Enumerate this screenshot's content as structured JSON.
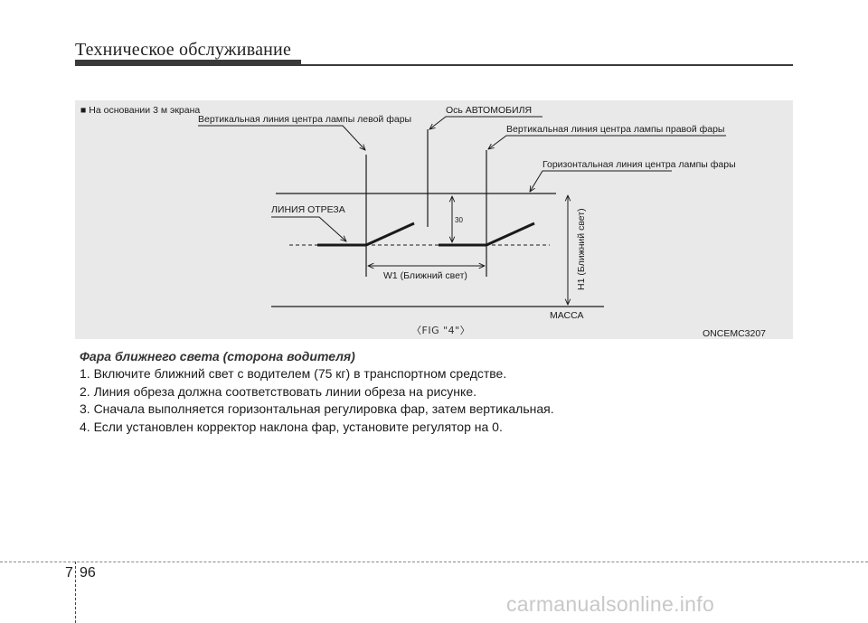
{
  "header": {
    "title": "Техническое обслуживание"
  },
  "figure": {
    "note": "■ На основании 3 м экрана",
    "labels": {
      "left_lamp_vertical": "Вертикальная линия центра лампы левой фары",
      "vehicle_axis": "Ось АВТОМОБИЛЯ",
      "right_lamp_vertical": "Вертикальная линия центра лампы правой фары",
      "lamp_horizontal": "Горизонтальная линия центра лампы фары",
      "cutoff_line": "ЛИНИЯ ОТРЕЗА",
      "w1": "W1 (Ближний свет)",
      "h1": "H1 (Ближний свет)",
      "ground": "МАССА",
      "offset_value": "30"
    },
    "caption": "〈FIG \"4\"〉",
    "code": "ONCEMC3207",
    "colors": {
      "background": "#e9e9e9",
      "lines": "#1a1a1a"
    }
  },
  "section": {
    "title": "Фара ближнего света (сторона водителя)",
    "steps": [
      "1. Включите ближний свет с водителем (75 кг) в транспортном средстве.",
      "2. Линия обреза должна соответствовать линии обреза на рисунке.",
      "3. Сначала выполняется горизонтальная регулировка фар, затем вертикальная.",
      "4. Если установлен корректор наклона фар, установите регулятор на 0."
    ]
  },
  "footer": {
    "chapter": "7",
    "page": "96",
    "watermark": "carmanualsonline.info"
  }
}
